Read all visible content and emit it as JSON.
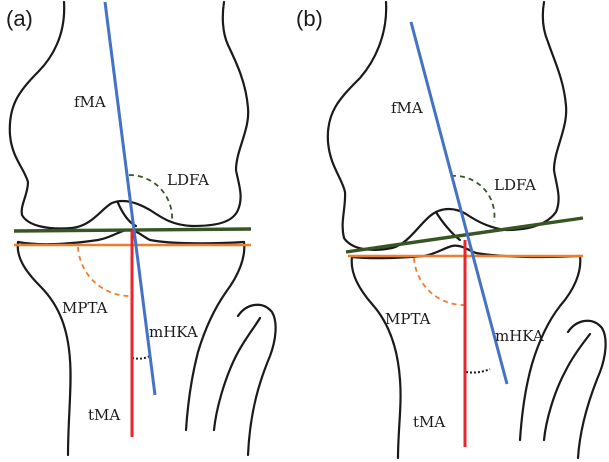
{
  "panels": [
    {
      "letter": "(a)",
      "labels": {
        "fMA": "fMA",
        "LDFA": "LDFA",
        "MPTA": "MPTA",
        "mHKA": "mHKA",
        "tMA": "tMA"
      }
    },
    {
      "letter": "(b)",
      "labels": {
        "fMA": "fMA",
        "LDFA": "LDFA",
        "MPTA": "MPTA",
        "mHKA": "mHKA",
        "tMA": "tMA"
      }
    }
  ],
  "colors": {
    "femoral_axis": "#4472c4",
    "tibial_axis": "#e8262b",
    "femoral_joint_line": "#375623",
    "tibial_joint_line": "#ed7d31",
    "ldfa_arc": "#375623",
    "mpta_arc": "#ed7d31",
    "hka_arc": "#1a1a1a",
    "bone_outline": "#1a1a1a"
  }
}
